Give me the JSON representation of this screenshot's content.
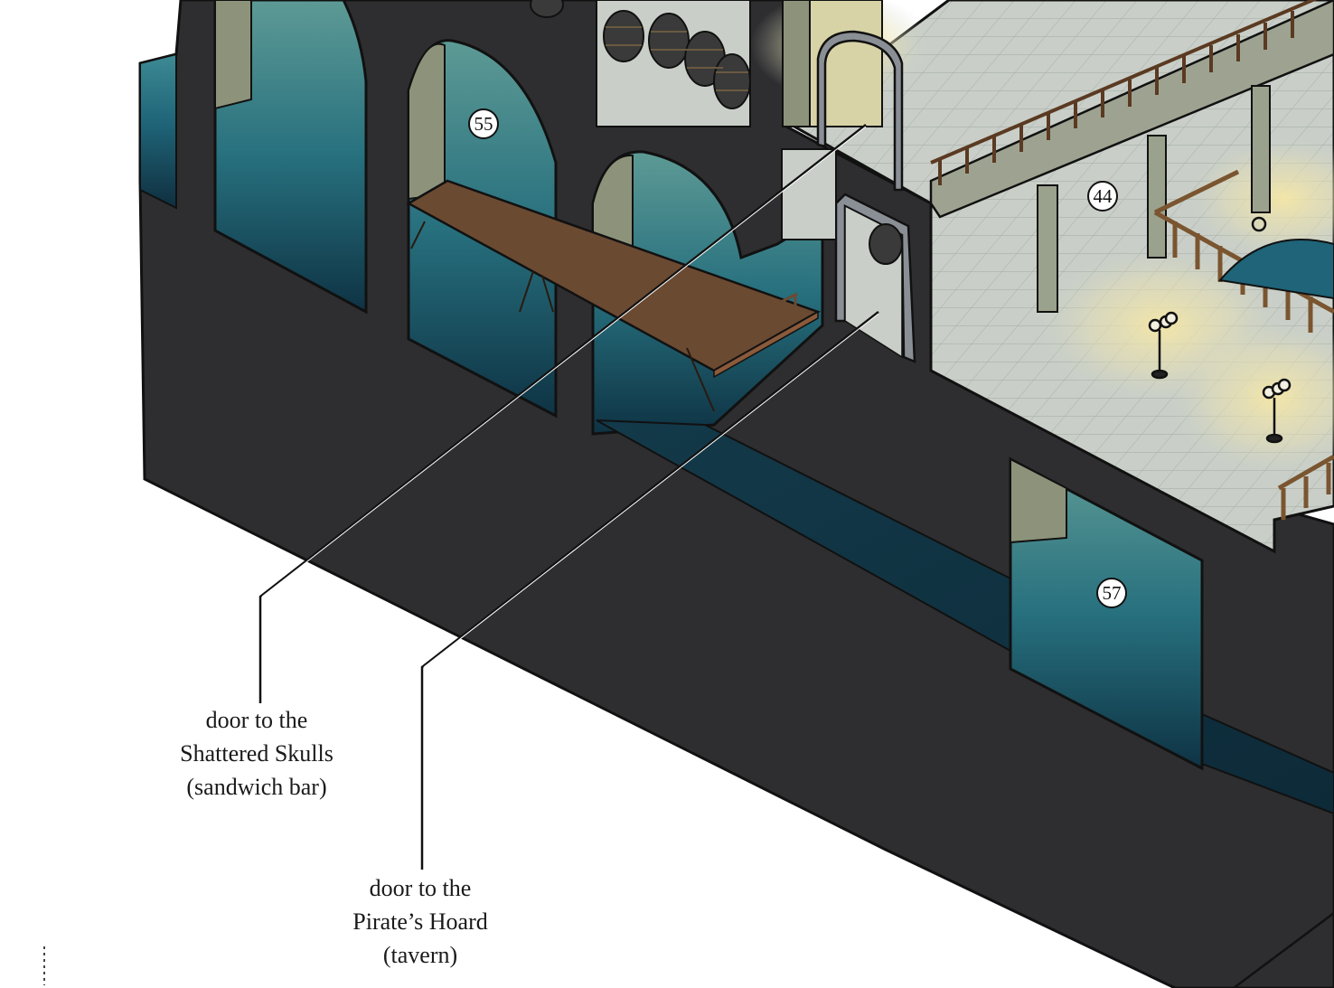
{
  "map": {
    "room_markers": [
      {
        "label": "55"
      },
      {
        "label": "44"
      },
      {
        "label": "57"
      }
    ],
    "callouts": [
      {
        "lines": [
          "door to the",
          "Shattered Skulls",
          "(sandwich bar)"
        ]
      },
      {
        "lines": [
          "door to the",
          "Pirate’s Hoard",
          "(tavern)"
        ]
      }
    ]
  },
  "colors": {
    "wall": "#2e2e30",
    "water": "#1f6478",
    "deep_water": "#0f2f3f",
    "floor": "#c8cfc9",
    "plank": "#6b4a32",
    "stone": "#8c937a",
    "lamp_glow": "#f2e6a0"
  }
}
